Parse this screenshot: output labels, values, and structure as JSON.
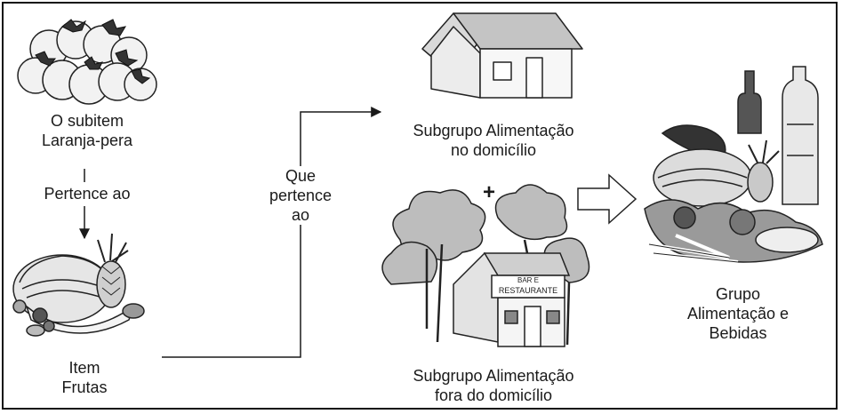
{
  "labels": {
    "subitem_line1": "O subitem",
    "subitem_line2": "Laranja-pera",
    "pertence": "Pertence ao",
    "item_line1": "Item",
    "item_line2": "Frutas",
    "que_line1": "Que",
    "que_line2": "pertence",
    "que_line3": "ao",
    "sub_dom_line1": "Subgrupo Alimentação",
    "sub_dom_line2": "no domicílio",
    "plus": "+",
    "sub_fora_line1": "Subgrupo Alimentação",
    "sub_fora_line2": "fora do domicílio",
    "grupo_line1": "Grupo",
    "grupo_line2": "Alimentação e",
    "grupo_line3": "Bebidas",
    "sign_line1": "BAR E",
    "sign_line2": "RESTAURANTE"
  },
  "icons": [
    "oranges-icon",
    "fruit-bowl-icon",
    "house-icon",
    "restaurant-icon",
    "food-drinks-icon",
    "hollow-arrow-icon"
  ],
  "colors": {
    "line": "#1a1a1a",
    "border": "#111111"
  }
}
